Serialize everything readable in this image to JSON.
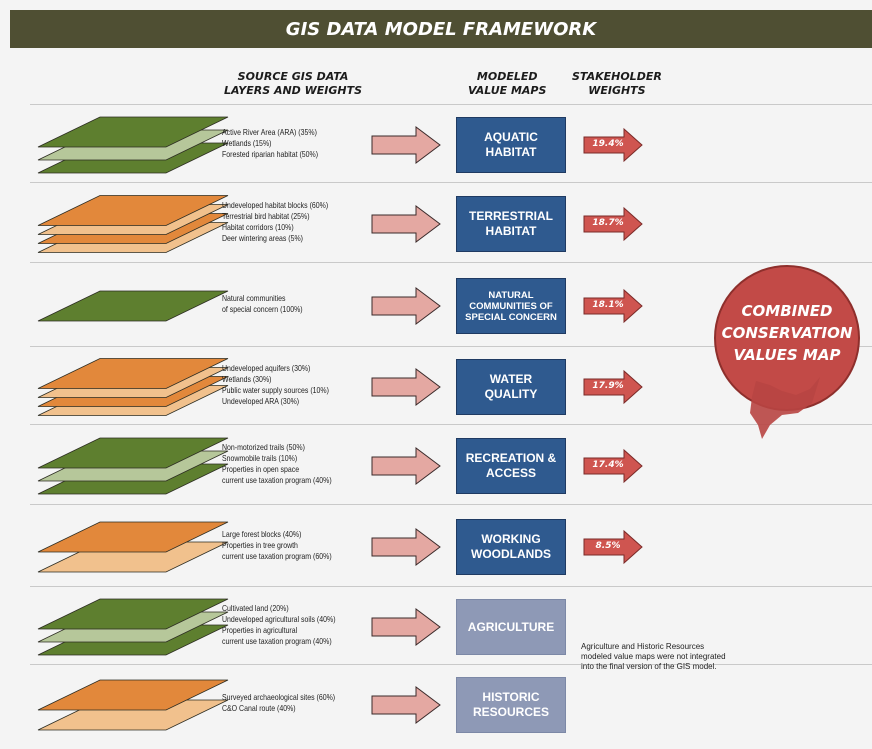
{
  "title": "GIS DATA MODEL FRAMEWORK",
  "headers": {
    "source": [
      "SOURCE GIS DATA",
      "LAYERS AND WEIGHTS"
    ],
    "modeled": [
      "MODELED",
      "VALUE MAPS"
    ],
    "stakeholder": [
      "STAKEHOLDER",
      "WEIGHTS"
    ]
  },
  "rows": [
    {
      "layer_colors": [
        "#5e7f2f",
        "#b6c79a",
        "#5e7f2f"
      ],
      "labels": [
        "Active River Area (ARA) (35%)",
        "Wetlands (15%)",
        "Forested riparian habitat (50%)"
      ],
      "model": "AQUATIC HABITAT",
      "model_lines": [
        "AQUATIC",
        "HABITAT"
      ],
      "weight": "19.4%",
      "integrated": true
    },
    {
      "layer_colors": [
        "#e2883b",
        "#f1c18d",
        "#e2883b",
        "#f1c18d"
      ],
      "labels": [
        "Undeveloped habitat blocks (60%)",
        "Terrestrial bird habitat (25%)",
        "Habitat corridors (10%)",
        "Deer wintering areas (5%)"
      ],
      "model": "TERRESTRIAL HABITAT",
      "model_lines": [
        "TERRESTRIAL",
        "HABITAT"
      ],
      "weight": "18.7%",
      "integrated": true
    },
    {
      "layer_colors": [
        "#5e7f2f"
      ],
      "labels": [
        "Natural communities",
        "of special concern (100%)"
      ],
      "model": "NATURAL COMMUNITIES OF SPECIAL CONCERN",
      "model_lines": [
        "NATURAL",
        "COMMUNITIES OF",
        "SPECIAL CONCERN"
      ],
      "weight": "18.1%",
      "integrated": true
    },
    {
      "layer_colors": [
        "#e2883b",
        "#f1c18d",
        "#e2883b",
        "#f1c18d"
      ],
      "labels": [
        "Undeveloped aquifers (30%)",
        "Wetlands (30%)",
        "Public water supply sources (10%)",
        "Undeveloped ARA (30%)"
      ],
      "model": "WATER QUALITY",
      "model_lines": [
        "WATER",
        "QUALITY"
      ],
      "weight": "17.9%",
      "integrated": true
    },
    {
      "layer_colors": [
        "#5e7f2f",
        "#b6c79a",
        "#5e7f2f"
      ],
      "labels": [
        "Non-motorized trails (50%)",
        "Snowmobile trails (10%)",
        "Properties in open space",
        "current use taxation program (40%)"
      ],
      "model": "RECREATION & ACCESS",
      "model_lines": [
        "RECREATION &",
        "ACCESS"
      ],
      "weight": "17.4%",
      "integrated": true
    },
    {
      "layer_colors": [
        "#e2883b",
        "#f1c18d"
      ],
      "labels": [
        "Large forest blocks (40%)",
        "Properties in tree growth",
        "current use taxation program (60%)"
      ],
      "model": "WORKING WOODLANDS",
      "model_lines": [
        "WORKING",
        "WOODLANDS"
      ],
      "weight": "8.5%",
      "integrated": true
    },
    {
      "layer_colors": [
        "#5e7f2f",
        "#b6c79a",
        "#5e7f2f"
      ],
      "labels": [
        "Cultivated land (20%)",
        "Undeveloped agricultural soils (40%)",
        "Properties in agricultural",
        "current use taxation program (40%)"
      ],
      "model": "AGRICULTURE",
      "model_lines": [
        "AGRICULTURE"
      ],
      "weight": "",
      "integrated": false
    },
    {
      "layer_colors": [
        "#e2883b",
        "#f1c18d"
      ],
      "labels": [
        "Surveyed archaeological sites (60%)",
        "C&O Canal route (40%)"
      ],
      "model": "HISTORIC RESOURCES",
      "model_lines": [
        "HISTORIC",
        "RESOURCES"
      ],
      "weight": "",
      "integrated": false
    }
  ],
  "combined_map": {
    "lines": [
      "COMBINED",
      "CONSERVATION",
      "VALUES MAP"
    ],
    "color": "#c24a47"
  },
  "note": "Agriculture and Historic Resources modeled value maps were not integrated into the final version of the GIS model.",
  "colors": {
    "banner": "#4f4f33",
    "arrow": "#e4a8a2",
    "weight_arrow": "#cf5550",
    "box_active": "#2f5a8f",
    "box_inactive": "#8e99b6"
  }
}
